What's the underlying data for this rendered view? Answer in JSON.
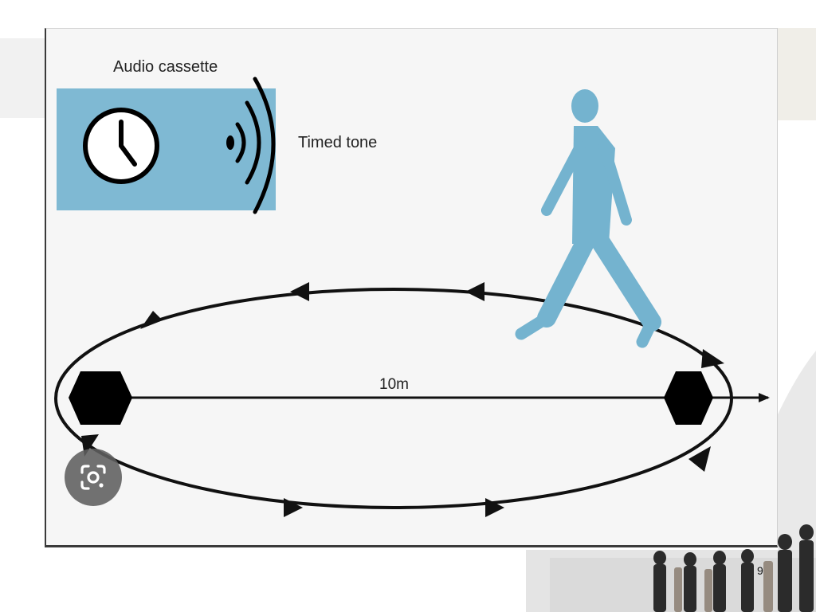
{
  "diagram": {
    "cassette_label": "Audio cassette",
    "tone_label": "Timed tone",
    "distance_label": "10m"
  },
  "slide": {
    "page_number": "9"
  },
  "icons": {
    "clock": "clock-icon",
    "speaker": "sound-wave-icon",
    "walker": "walking-person-icon",
    "cone": "hexagon-cone-icon",
    "lens": "google-lens-icon"
  },
  "colors": {
    "cassette_fill": "#7fb9d3",
    "walker_fill": "#74b3cf",
    "marker_fill": "#000000",
    "track_stroke": "#111111"
  }
}
